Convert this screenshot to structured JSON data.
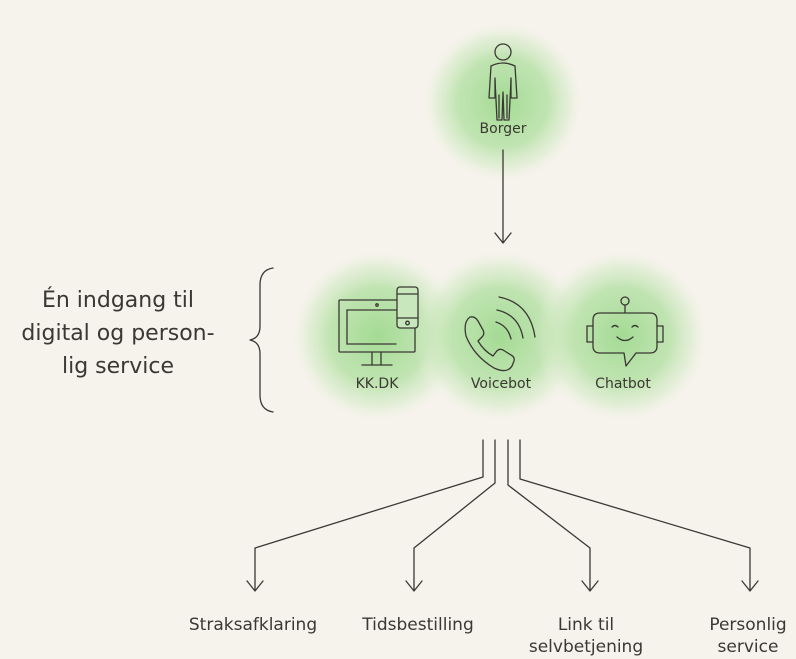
{
  "citizen": {
    "label": "Borger"
  },
  "side_label": {
    "line1": "Én indgang til",
    "line2": "digital og person-",
    "line3": "lig service"
  },
  "channels": [
    {
      "label": "KK.DK",
      "icon": "desktop-and-phone-icon"
    },
    {
      "label": "Voicebot",
      "icon": "phone-soundwave-icon"
    },
    {
      "label": "Chatbot",
      "icon": "robot-chat-icon"
    }
  ],
  "outcomes": [
    {
      "line1": "Straksafklaring",
      "line2": ""
    },
    {
      "line1": "Tidsbestilling",
      "line2": ""
    },
    {
      "line1": "Link til",
      "line2": "selvbetjening"
    },
    {
      "line1": "Personlig",
      "line2": "service"
    }
  ],
  "colors": {
    "background": "#f6f3ec",
    "glow": "#9fd98f",
    "line": "#3a3833"
  }
}
